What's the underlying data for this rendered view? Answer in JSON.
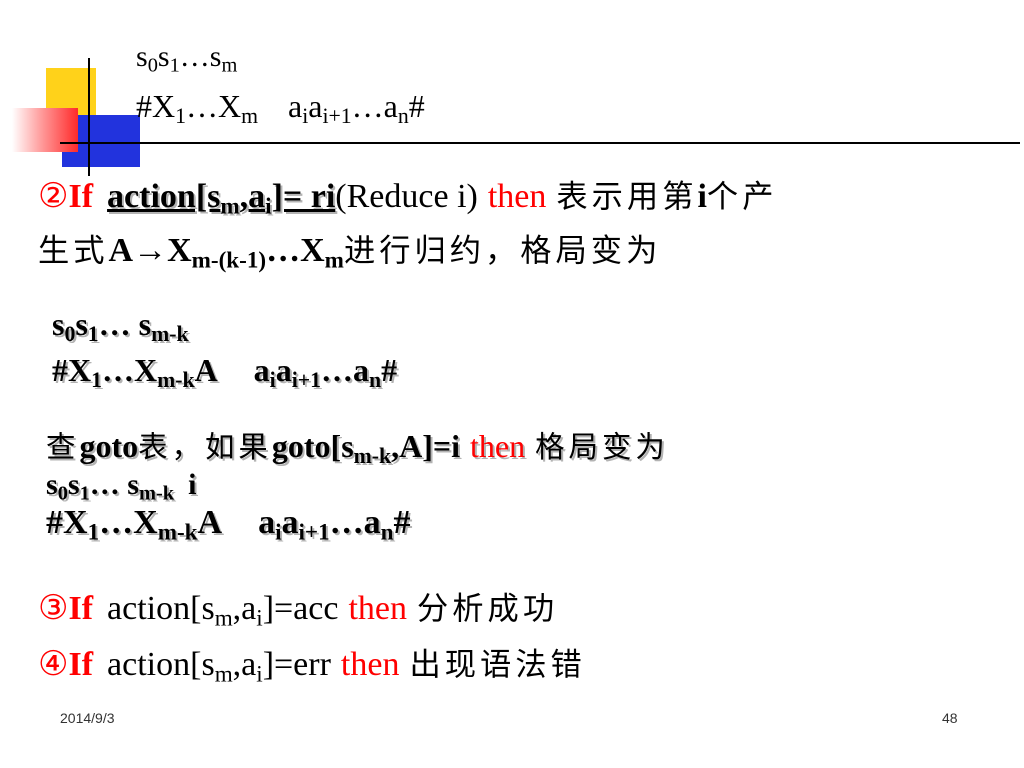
{
  "header": {
    "line1": {
      "s": "s",
      "sub0": "0",
      "s1": "s",
      "sub1": "1",
      "ell": "…",
      "s2": "s",
      "subm": "m"
    },
    "line2": {
      "hash": "#X",
      "sub1": "1",
      "mid": "…X",
      "subm": "m",
      "a": "a",
      "subi": "i",
      "a2": "a",
      "subi1": "i+1",
      "tail": "…a",
      "subn": "n",
      "end": "#"
    }
  },
  "step2": {
    "marker": "②",
    "if": "If",
    "action_pre": "action[s",
    "action_subm": "m",
    "action_mid": ",a",
    "action_subi": "i",
    "action_post": "]= ri",
    "reduce": "(Reduce i)",
    "then": "then",
    "desc1": "表示用第",
    "desc1_i": "i",
    "desc1_end": "个产",
    "desc2_start": "生式",
    "prod_A": "A→X",
    "prod_sub": "m-(k-1)",
    "prod_mid": "…X",
    "prod_subm": "m",
    "desc2_end": "进行归约，格局变为"
  },
  "config1": {
    "l1": {
      "s": "s",
      "sub0": "0",
      "s1": "s",
      "sub1": "1",
      "ell": "… s",
      "subk": "m-k"
    },
    "l2": {
      "hash": "#X",
      "sub1": "1",
      "mid": "…X",
      "subk": "m-k",
      "A": "A",
      "a": "a",
      "subi": "i",
      "a2": "a",
      "subi1": "i+1",
      "tail": "…a",
      "subn": "n",
      "end": "#"
    }
  },
  "goto_line": {
    "cn1": "查",
    "goto1": "goto",
    "cn2": "表，如果",
    "goto2": "goto[s",
    "sub": "m-k",
    "post": ",A]=i",
    "then": "then",
    "cn3": "格局变为"
  },
  "config2": {
    "l1": {
      "s": "s",
      "sub0": "0",
      "s1": "s",
      "sub1": "1",
      "ell": "… s",
      "subk": "m-k",
      "i": "i"
    },
    "l2": {
      "hash": "#X",
      "sub1": "1",
      "mid": "…X",
      "subk": "m-k",
      "A": "A",
      "a": "a",
      "subi": "i",
      "a2": "a",
      "subi1": "i+1",
      "tail": "…a",
      "subn": "n",
      "end": "#"
    }
  },
  "step3": {
    "marker": "③",
    "if": "If",
    "pre": "action[s",
    "subm": "m",
    "mid": ",a",
    "subi": "i",
    "post": "]=acc",
    "then": "then",
    "desc": "分析成功"
  },
  "step4": {
    "marker": "④",
    "if": "If",
    "pre": "action[s",
    "subm": "m",
    "mid": ",a",
    "subi": "i",
    "post": "]=err",
    "then": "then",
    "desc": "出现语法错"
  },
  "footer": {
    "date": "2014/9/3",
    "page": "48"
  },
  "colors": {
    "accent_red": "#ff0000",
    "deco_yellow": "#ffd21a",
    "deco_blue": "#2233dd",
    "deco_red": "#ff2a2a"
  }
}
